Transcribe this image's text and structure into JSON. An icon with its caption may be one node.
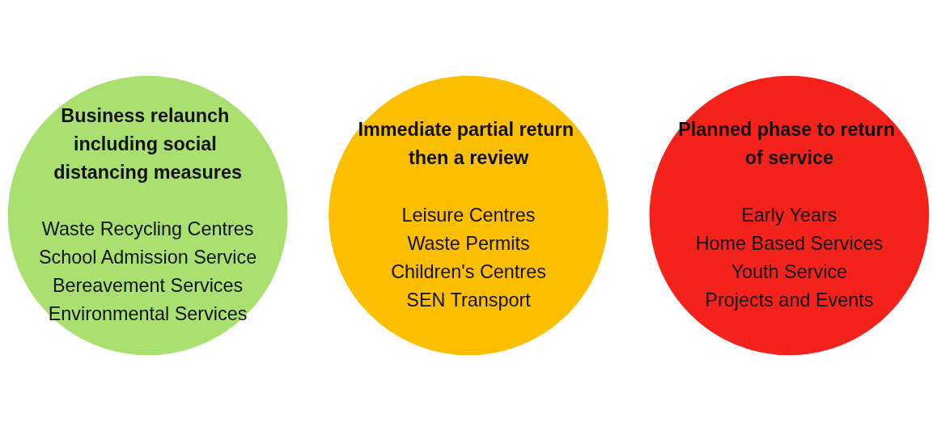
{
  "diagram": {
    "nodes": [
      {
        "text": [
          "Business relaunch including social distancing measures",
          "Waste Recycling Centres",
          "School Admission Service",
          "Bereavement Services",
          "Environmental Services"
        ]
      },
      {
        "text": [
          "Immediate partial return then a review",
          "Leisure Centres",
          "Waste Permits",
          "Children's Centres",
          "SEN Transport"
        ]
      },
      {
        "text": [
          "Planned phase to return of service",
          "Early Years",
          "Home Based Services",
          "Youth Service",
          "Projects and Events"
        ]
      }
    ],
    "edges": []
  }
}
